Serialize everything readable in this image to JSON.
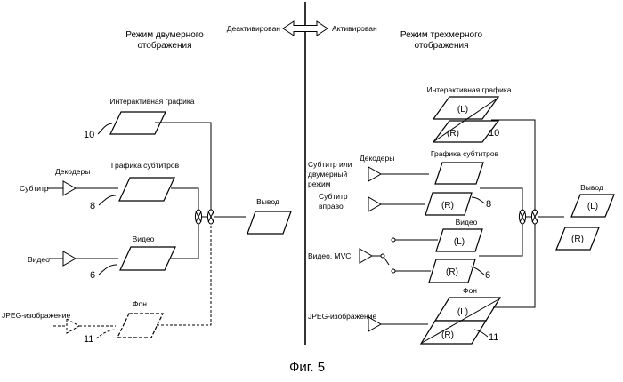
{
  "header": {
    "mode_2d_line1": "Режим двумерного",
    "mode_2d_line2": "отображения",
    "mode_3d_line1": "Режим трехмерного",
    "mode_3d_line2": "отображения",
    "deactivated": "Деактивирован",
    "activated": "Активирован"
  },
  "left": {
    "interactive_graphics": "Интерактивная графика",
    "num_10": "10",
    "decoders": "Декодеры",
    "subtitle_graphics": "Графика субтитров",
    "subtitle_input": "Субтитр",
    "num_8": "8",
    "video_label": "Видео",
    "video_input": "Видео",
    "num_6": "6",
    "output": "Вывод",
    "background": "Фон",
    "jpeg_input": "JPEG-изображение",
    "num_11": "11"
  },
  "right": {
    "interactive_graphics": "Интерактивная графика",
    "plane_L": "(L)",
    "plane_R": "(R)",
    "num_10": "10",
    "decoders": "Декодеры",
    "subtitle_graphics": "Графика субтитров",
    "subtitle_2d_line1": "Субтитр или",
    "subtitle_2d_line2": "двумерный",
    "subtitle_2d_line3": "режим",
    "subtitle_right_line1": "Субтитр",
    "subtitle_right_line2": "вправо",
    "num_8": "8",
    "video_label": "Видео",
    "video_input": "Видео, MVC",
    "num_6": "6",
    "background": "Фон",
    "jpeg_input": "JPEG-изображение",
    "num_11": "11",
    "output": "Вывод"
  },
  "caption": "Фиг. 5"
}
